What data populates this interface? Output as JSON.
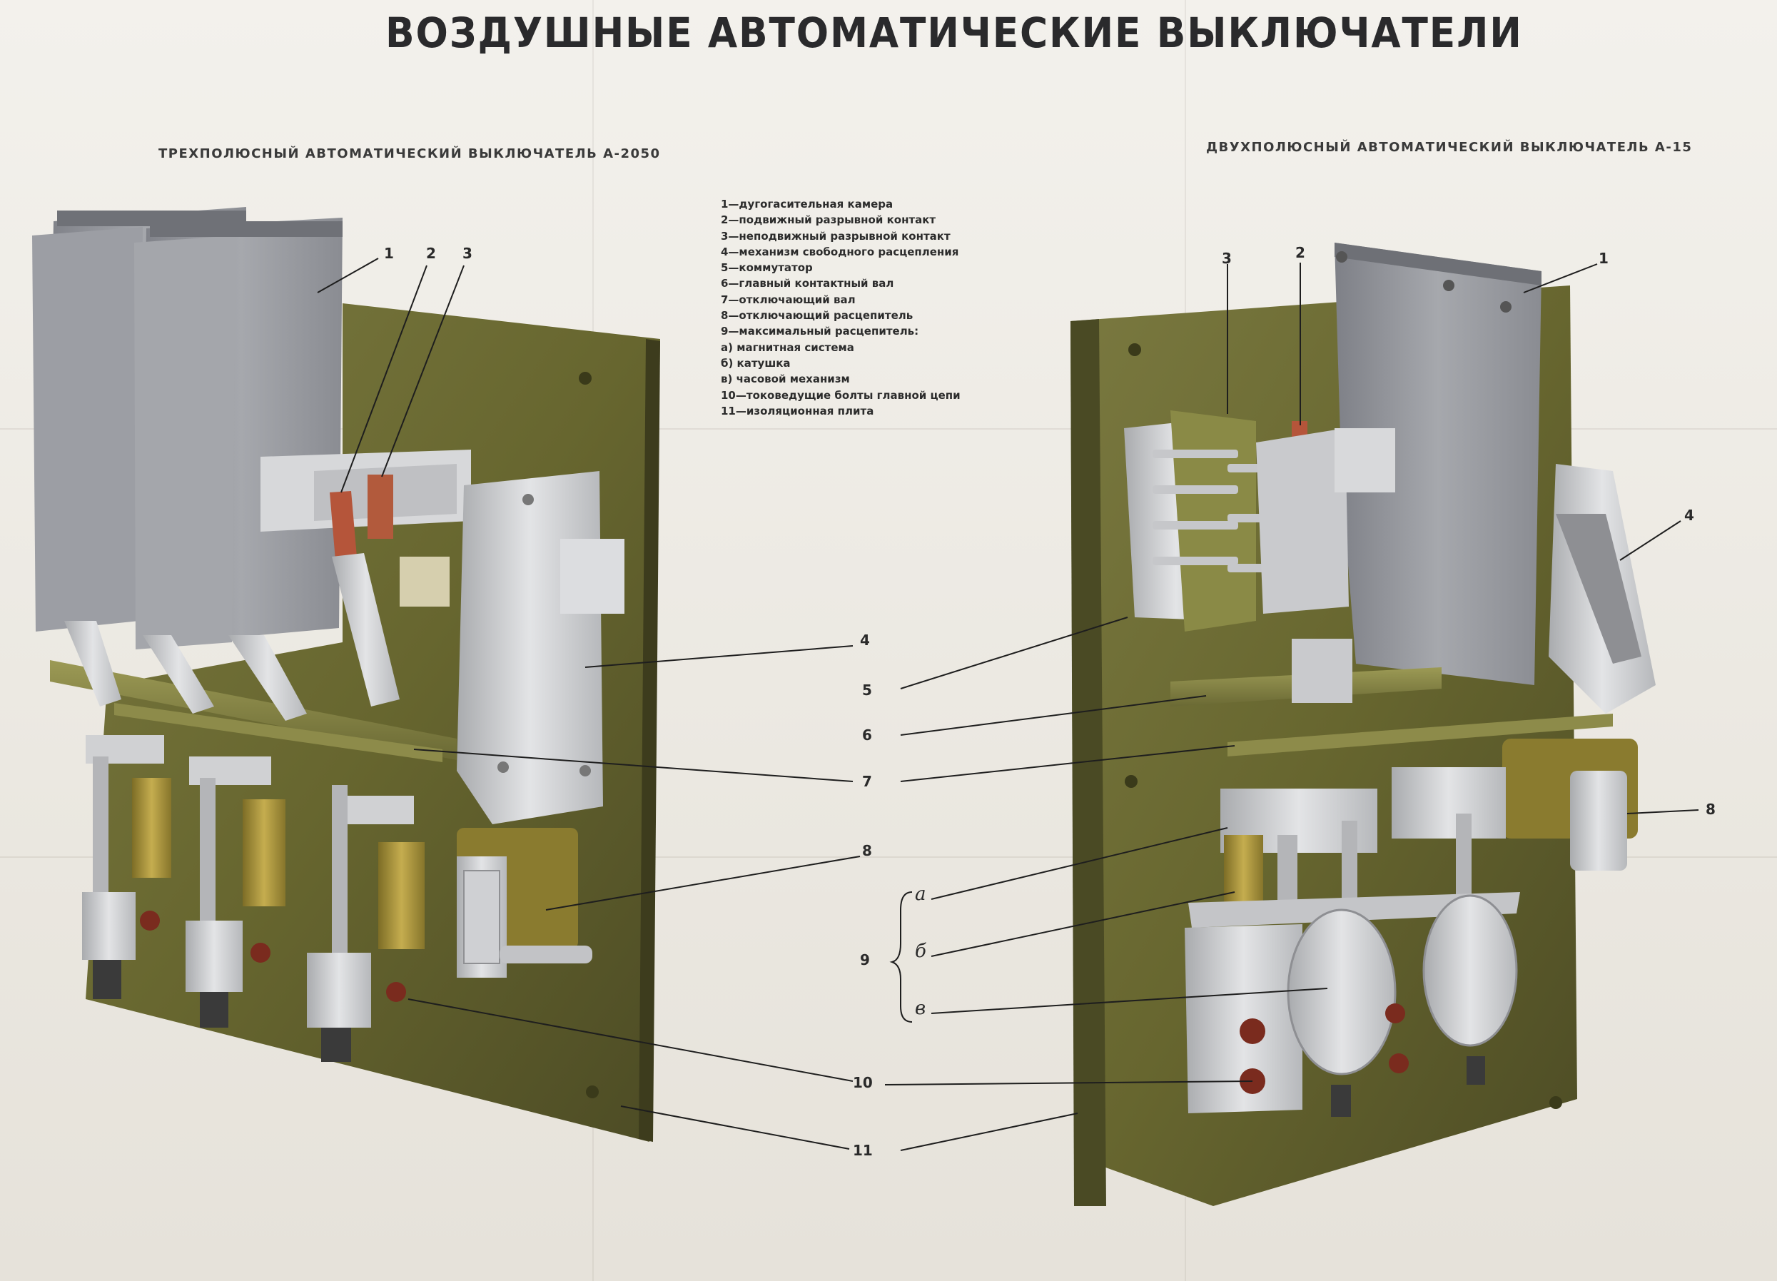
{
  "title": "ВОЗДУШНЫЕ АВТОМАТИЧЕСКИЕ ВЫКЛЮЧАТЕЛИ",
  "left_device": {
    "subtitle": "ТРЕХПОЛЮСНЫЙ АВТОМАТИЧЕСКИЙ ВЫКЛЮЧАТЕЛЬ А-2050",
    "callouts": {
      "c1": "1",
      "c2": "2",
      "c3": "3"
    }
  },
  "right_device": {
    "subtitle": "ДВУХПОЛЮСНЫЙ АВТОМАТИЧЕСКИЙ ВЫКЛЮЧАТЕЛЬ А-15",
    "callouts": {
      "c1": "1",
      "c2": "2",
      "c3": "3",
      "c4": "4",
      "c8": "8"
    }
  },
  "center_callouts": {
    "c4": "4",
    "c5": "5",
    "c6": "6",
    "c7": "7",
    "c8": "8",
    "c9": "9",
    "c10": "10",
    "c11": "11",
    "ca": "а",
    "cb": "б",
    "cv": "в"
  },
  "legend": [
    "1—дугогасительная камера",
    "2—подвижный разрывной контакт",
    "3—неподвижный разрывной контакт",
    "4—механизм свободного расцепления",
    "5—коммутатор",
    "6—главный контактный вал",
    "7—отключающий вал",
    "8—отключающий расцепитель",
    "9—максимальный расцепитель:",
    "а) магнитная система",
    "б) катушка",
    "в) часовой механизм",
    "10—токоведущие болты главной цепи",
    "11—изоляционная плита"
  ],
  "colors": {
    "plate": "#6b6a36",
    "plate_dark": "#4a4a24",
    "chamber": "#8d8e94",
    "metal": "#c9cacd",
    "copper": "#b5553a",
    "coil": "#a8933c",
    "line": "#1e1e1e"
  }
}
